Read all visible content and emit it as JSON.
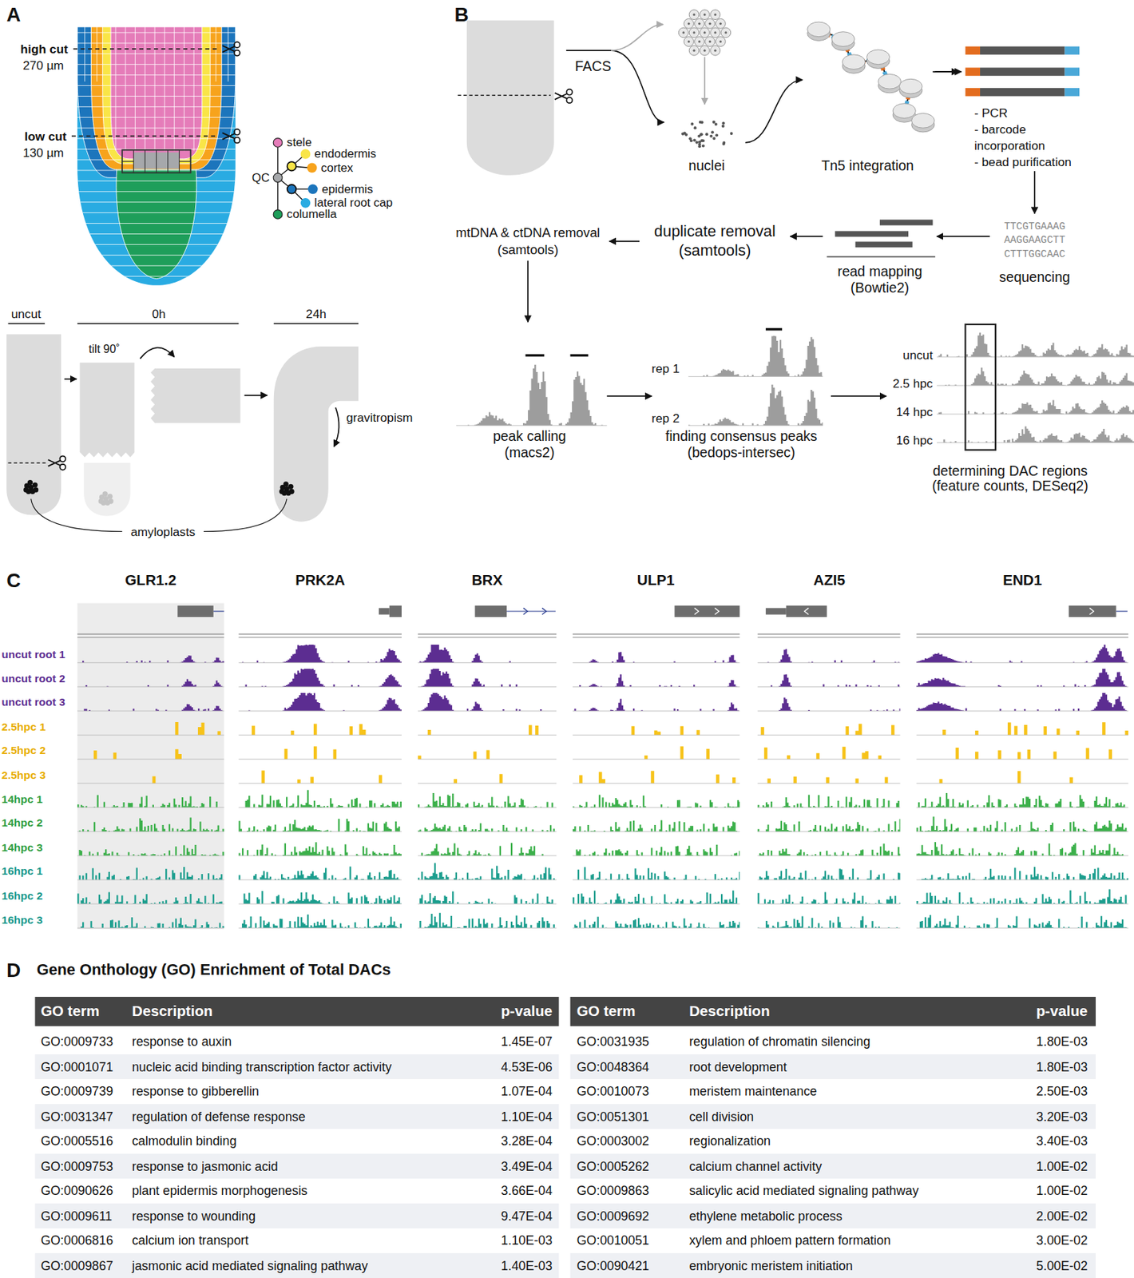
{
  "diagram": {
    "nodes": [
      {
        "text": [
          "nuclei"
        ]
      },
      {
        "text": [
          "Tn5 integration"
        ]
      },
      {
        "text": [
          "- PCR",
          "- barcode incorporation",
          "- bead purification"
        ]
      },
      {
        "text": [
          "TTCGTGAAAG AAGGAAGCTT CTTTGGCAAC",
          "sequencing"
        ]
      },
      {
        "text": [
          "read mapping (Bowtie2)"
        ]
      },
      {
        "text": [
          "duplicate removal (samtools)"
        ]
      },
      {
        "text": [
          "mtDNA & ctDNA removal (samtools)"
        ]
      },
      {
        "text": [
          "peak calling (macs2)"
        ]
      },
      {
        "text": [
          "finding consensus peaks (bedops-intersec)"
        ]
      },
      {
        "text": [
          "determining DAC regions (feature counts, DESeq2)"
        ]
      }
    ],
    "edges": [
      {
        "from": 0,
        "to": 1,
        "arrow": "to"
      },
      {
        "from": 1,
        "to": 2,
        "arrow": "to"
      },
      {
        "from": 2,
        "to": 3,
        "arrow": "to"
      },
      {
        "from": 3,
        "to": 4,
        "arrow": "to"
      },
      {
        "from": 4,
        "to": 5,
        "arrow": "to"
      },
      {
        "from": 5,
        "to": 6,
        "arrow": "to"
      },
      {
        "from": 6,
        "to": 7,
        "arrow": "to"
      },
      {
        "from": 7,
        "to": 8,
        "arrow": "to"
      },
      {
        "from": 8,
        "to": 9,
        "arrow": "to"
      }
    ],
    "labels": [
      "A",
      "high cut",
      "270 µm",
      "low cut",
      "130 µm",
      "uncut",
      "0h",
      "24h",
      "tilt 90˚",
      "gravitropism",
      "amyloplasts",
      "B",
      "FACS",
      "rep 1",
      "rep 2",
      "uncut",
      "2.5 hpc",
      "14 hpc",
      "16 hpc",
      "C",
      "GLR1.2",
      "PRK2A",
      "BRX",
      "ULP1",
      "AZI5",
      "END1",
      "uncut root 1",
      "uncut root 2",
      "uncut root 3",
      "2.5hpc 1",
      "2.5hpc 2",
      "2.5hpc 3",
      "14hpc 1",
      "14hpc 2",
      "14hpc 3",
      "16hpc 1",
      "16hpc 2",
      "16hpc 3",
      "D",
      "Gene Onthology (GO) Enrichment of Total DACs",
      "GO term",
      "Description",
      "p-value",
      "GO term",
      "Description",
      "p-value",
      "GO:0009733",
      "response to auxin",
      "1.45E-07",
      "GO:0001071",
      "nucleic acid binding transcription factor activity",
      "4.53E-06",
      "GO:0009739",
      "response to gibberellin",
      "1.07E-04",
      "GO:0031347",
      "regulation of defense response",
      "1.10E-04",
      "GO:0005516",
      "calmodulin binding",
      "3.28E-04",
      "GO:0009753",
      "response to jasmonic acid",
      "3.49E-04",
      "GO:0090626",
      "plant epidermis morphogenesis",
      "3.66E-04",
      "GO:0009611",
      "response to wounding",
      "9.47E-04",
      "GO:0006816",
      "calcium ion transport",
      "1.10E-03",
      "GO:0009867",
      "jasmonic acid mediated signaling pathway",
      "1.40E-03",
      "GO:0031935",
      "regulation of chromatin silencing",
      "1.80E-03",
      "GO:0048364",
      "root development",
      "1.80E-03",
      "GO:0010073",
      "meristem maintenance",
      "2.50E-03",
      "GO:0051301",
      "cell division",
      "3.20E-03",
      "GO:0003002",
      "regionalization",
      "3.40E-03",
      "GO:0005262",
      "calcium channel activity",
      "1.00E-02",
      "GO:0009863",
      "salicylic acid mediated signaling pathway",
      "1.00E-02",
      "GO:0009692",
      "ethylene metabolic process",
      "2.00E-02",
      "GO:0010051",
      "xylem and phloem pattern formation",
      "3.00E-02",
      "GO:0090421",
      "embryonic meristem initiation",
      "5.00E-02"
    ],
    "legend": [
      {
        "text": "stele",
        "color": "#e57cb9"
      },
      {
        "text": "endodermis",
        "color": "#f9e547"
      },
      {
        "text": "cortex",
        "color": "#f7a31c"
      },
      {
        "text": "QC",
        "color": "#a6a8ab"
      },
      {
        "text": "epidermis",
        "color": "#1c75bc"
      },
      {
        "text": "lateral root cap",
        "color": "#29abe2"
      },
      {
        "text": "columella",
        "color": "#1e9e5a"
      }
    ]
  }
}
